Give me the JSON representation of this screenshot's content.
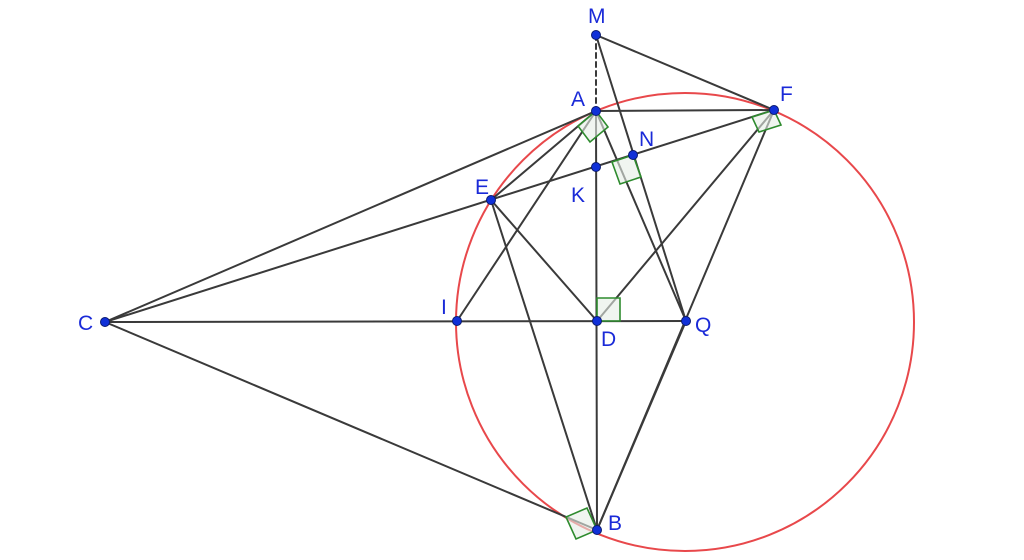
{
  "labels": {
    "M": "M",
    "A": "A",
    "F": "F",
    "N": "N",
    "E": "E",
    "K": "K",
    "C": "C",
    "I": "I",
    "D": "D",
    "Q": "Q",
    "B": "B"
  },
  "colors": {
    "segment": "#3a3a3a",
    "circle": "#e8484b",
    "point": "#1030d8",
    "label": "#1a2ad8",
    "right_angle": "#2e8b2e"
  }
}
